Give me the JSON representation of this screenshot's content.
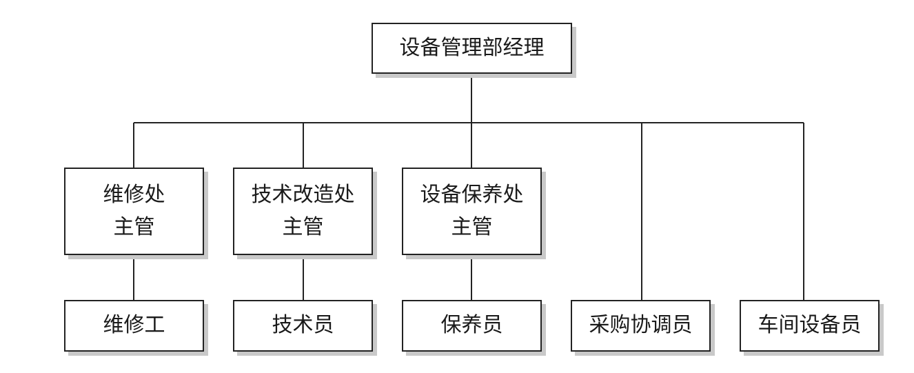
{
  "org_chart": {
    "root": {
      "label": "设备管理部经理"
    },
    "managers": [
      {
        "line1": "维修处",
        "line2": "主管"
      },
      {
        "line1": "技术改造处",
        "line2": "主管"
      },
      {
        "line1": "设备保养处",
        "line2": "主管"
      }
    ],
    "staff": [
      {
        "label": "维修工"
      },
      {
        "label": "技术员"
      },
      {
        "label": "保养员"
      },
      {
        "label": "采购协调员"
      },
      {
        "label": "车间设备员"
      }
    ]
  },
  "colors": {
    "line": "#222222",
    "box_border": "#222222",
    "box_shadow": "#c9c9c9",
    "text": "#1a1a1a"
  }
}
